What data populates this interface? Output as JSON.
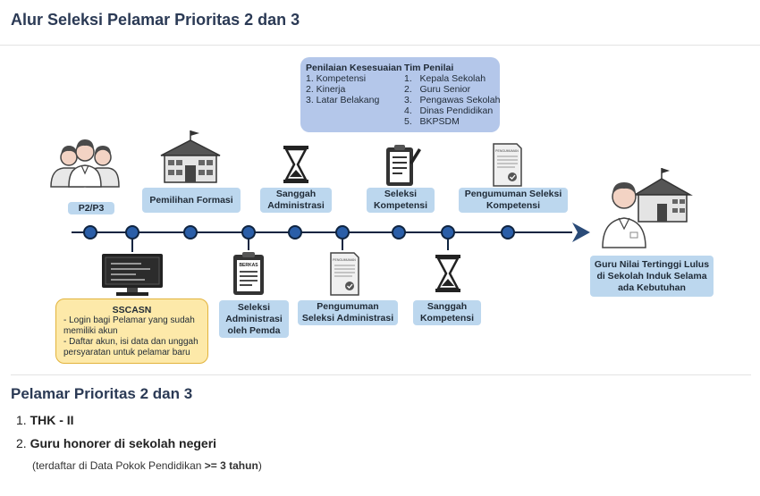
{
  "page": {
    "title": "Alur Seleksi Pelamar Prioritas 2 dan 3"
  },
  "diagram": {
    "assessment_panel": {
      "left_title": "Penilaian Kesesuaian",
      "left_items": [
        "1. Kompetensi",
        "2. Kinerja",
        "3. Latar Belakang"
      ],
      "right_title": "Tim Penilai",
      "right_items": [
        "1.   Kepala Sekolah",
        "2.   Guru Senior",
        "3.   Pengawas Sekolah",
        "4.   Dinas Pendidikan",
        "5.   BKPSDM"
      ]
    },
    "top_labels": {
      "p2p3": "P2/P3",
      "pemilihan_formasi": "Pemilihan Formasi",
      "sanggah_administrasi": "Sanggah Administrasi",
      "seleksi_kompetensi": "Seleksi Kompetensi",
      "pengumuman_seleksi_kompetensi": "Pengumuman Seleksi Kompetensi"
    },
    "bottom_labels": {
      "seleksi_administrasi_pemda": "Seleksi Administrasi oleh Pemda",
      "pengumuman_seleksi_administrasi": "Pengumuman Seleksi Administrasi",
      "sanggah_kompetensi": "Sanggah Kompetensi"
    },
    "result_label": "Guru Nilai Tertinggi Lulus di Sekolah Induk Selama ada Kebutuhan",
    "sscasn": {
      "title": "SSCASN",
      "line1": "- Login bagi Pelamar yang sudah memiliki akun",
      "line2": "- Daftar akun, isi data dan unggah persyaratan untuk pelamar baru"
    },
    "icon_texts": {
      "berkas": "BERKAS",
      "pengumuman": "PENGUMUMAN"
    }
  },
  "section": {
    "title": "Pelamar Prioritas 2 dan 3",
    "items": [
      {
        "num": "1.",
        "text": "THK - II"
      },
      {
        "num": "2.",
        "text": "Guru honorer di sekolah negeri"
      }
    ],
    "note": {
      "prefix": "(terdaftar di Data Pokok Pendidikan ",
      "bold": ">= 3 tahun",
      "suffix": ")"
    }
  },
  "colors": {
    "label_box": "#bcd7ee",
    "panel_blue": "#b4c7ea",
    "panel_yellow": "#fde9a9",
    "node": "#2a5ea8",
    "line": "#0f2440",
    "heading": "#2b3a55"
  }
}
